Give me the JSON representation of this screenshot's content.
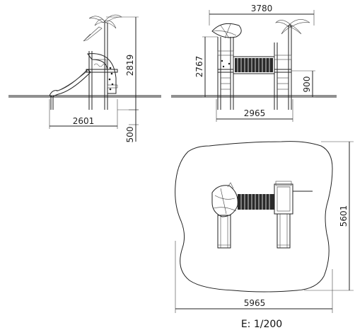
{
  "views": {
    "side": {
      "dim_height": "2819",
      "dim_length": "2601",
      "dim_depth": "500"
    },
    "front": {
      "dim_width_top": "3780",
      "dim_height": "2767",
      "dim_platform": "900",
      "dim_width_bottom": "2965"
    },
    "plan": {
      "dim_depth": "5601",
      "dim_width": "5965"
    }
  },
  "scale_label": "E: 1/200"
}
